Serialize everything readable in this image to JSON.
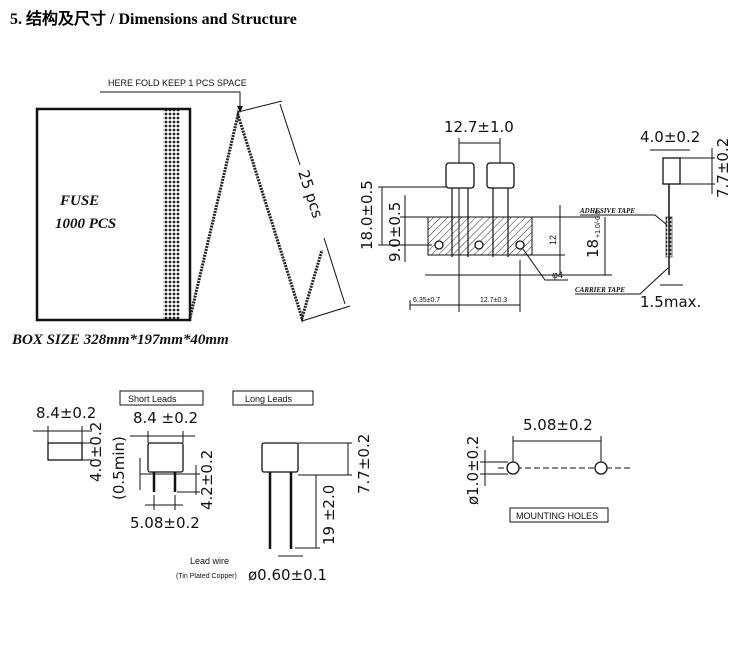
{
  "title": "5.  结构及尺寸  / Dimensions and Structure",
  "packing": {
    "fold_note": "HERE FOLD KEEP 1 PCS SPACE",
    "box_label_1": "FUSE",
    "box_label_2": "1000  PCS",
    "count": "25 pcs",
    "box_size": "BOX  SIZE  328mm*197mm*40mm"
  },
  "tape": {
    "pitch_body": "12.7±1.0",
    "height_total": "18.0±0.5",
    "height_hole": "9.0±0.5",
    "tape_12": "12",
    "tape_18": "18",
    "tape_18_tol": "+1.0/-0.5",
    "hole_dia": "φ4",
    "adhesive": "ADHESIVE TAPE",
    "carrier": "CARRIER TAPE",
    "offset": "6.35±0.7",
    "pitch_hole": "12.7±0.3",
    "side_width": "4.0±0.2",
    "side_height": "7.7±0.2",
    "thickness": "1.5max."
  },
  "part": {
    "top_width": "8.4±0.2",
    "top_depth": "4.0±0.2",
    "short_leads": "Short Leads",
    "long_leads": "Long Leads",
    "short_width": "8.4 ±0.2",
    "standoff": "(0.5min)",
    "short_lead_len": "4.2±0.2",
    "lead_pitch": "5.08±0.2",
    "long_height": "7.7±0.2",
    "long_lead_len": "19 ±2.0",
    "lead_wire": "Lead wire",
    "lead_material": "(Tin Plated Copper)",
    "lead_dia": "ø0.60±0.1"
  },
  "mounting": {
    "pitch": "5.08±0.2",
    "hole_dia": "ø1.0±0.2",
    "label": "MOUNTING HOLES"
  }
}
